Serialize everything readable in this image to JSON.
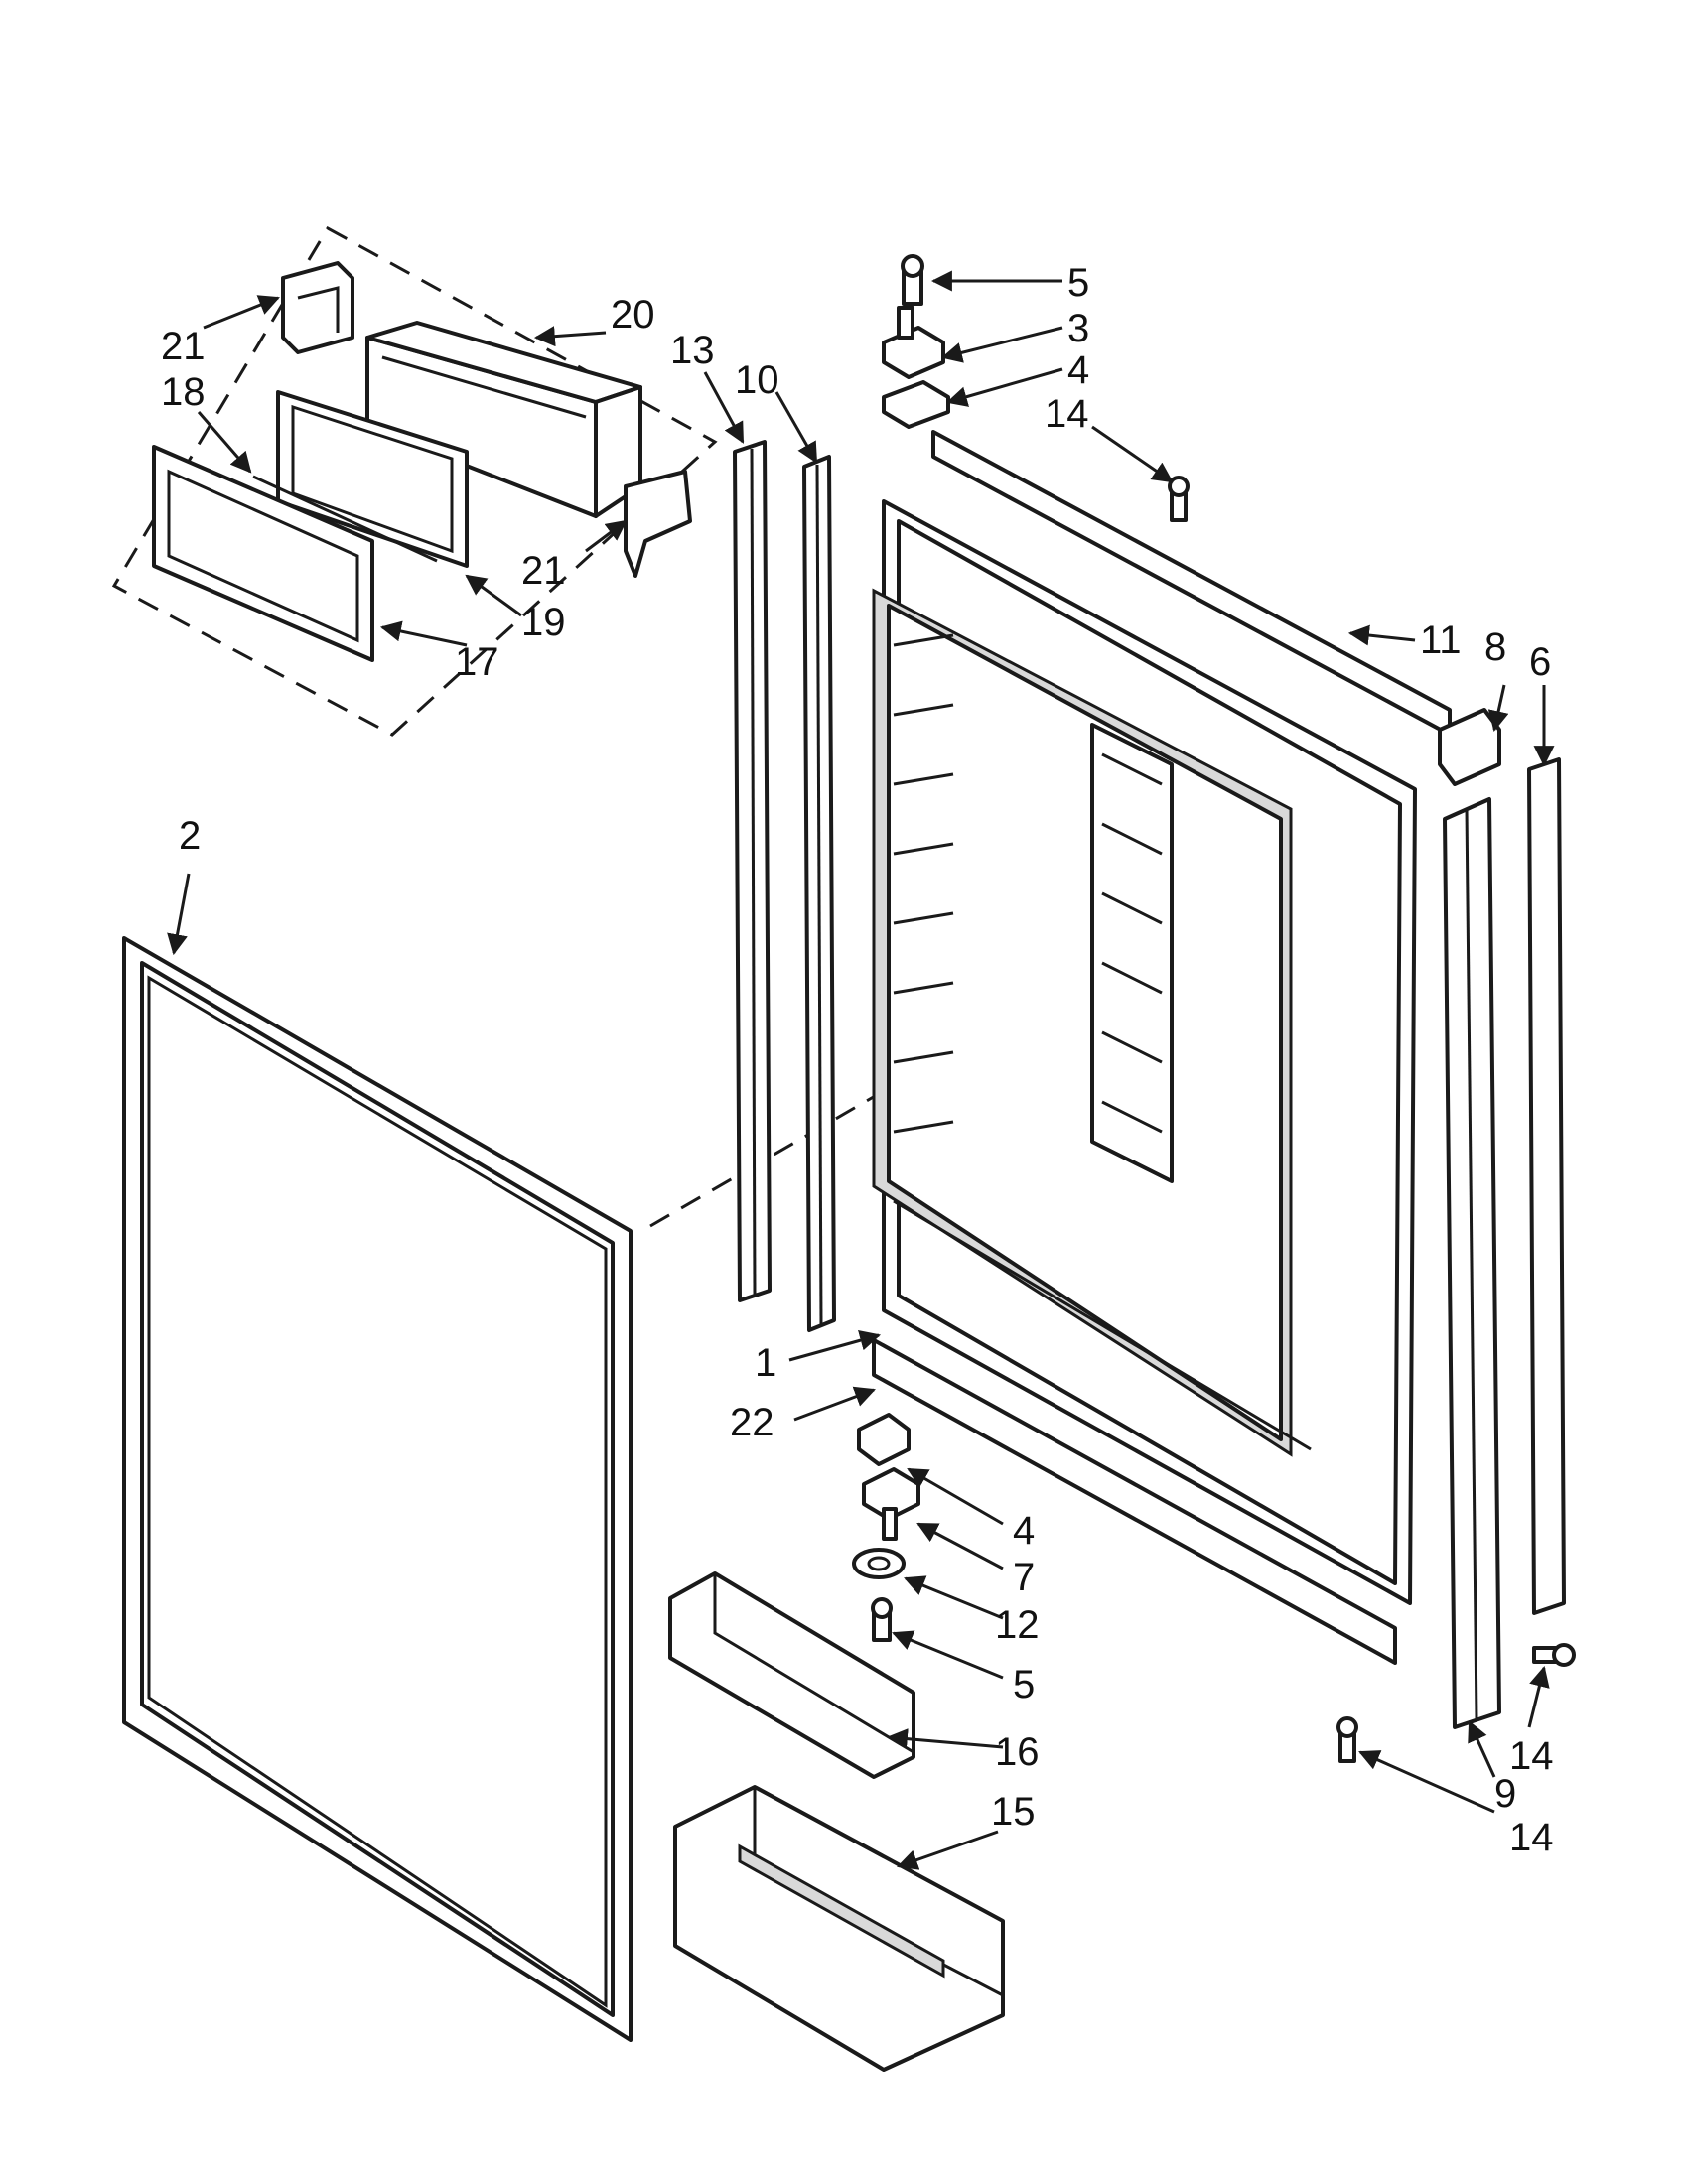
{
  "figure": "refrigerator door parts exploded view",
  "callouts": {
    "p1": "1",
    "p2": "2",
    "p3": "3",
    "p4a": "4",
    "p4b": "4",
    "p5a": "5",
    "p5b": "5",
    "p6": "6",
    "p7": "7",
    "p8": "8",
    "p9": "9",
    "p10": "10",
    "p11": "11",
    "p12": "12",
    "p13": "13",
    "p14a": "14",
    "p14b": "14",
    "p14c": "14",
    "p15": "15",
    "p16": "16",
    "p17": "17",
    "p18": "18",
    "p19": "19",
    "p20": "20",
    "p21a": "21",
    "p21b": "21",
    "p22": "22"
  },
  "colors": {
    "line": "#1a1a1a",
    "background": "#ffffff",
    "shade": "#d9d9d9"
  }
}
